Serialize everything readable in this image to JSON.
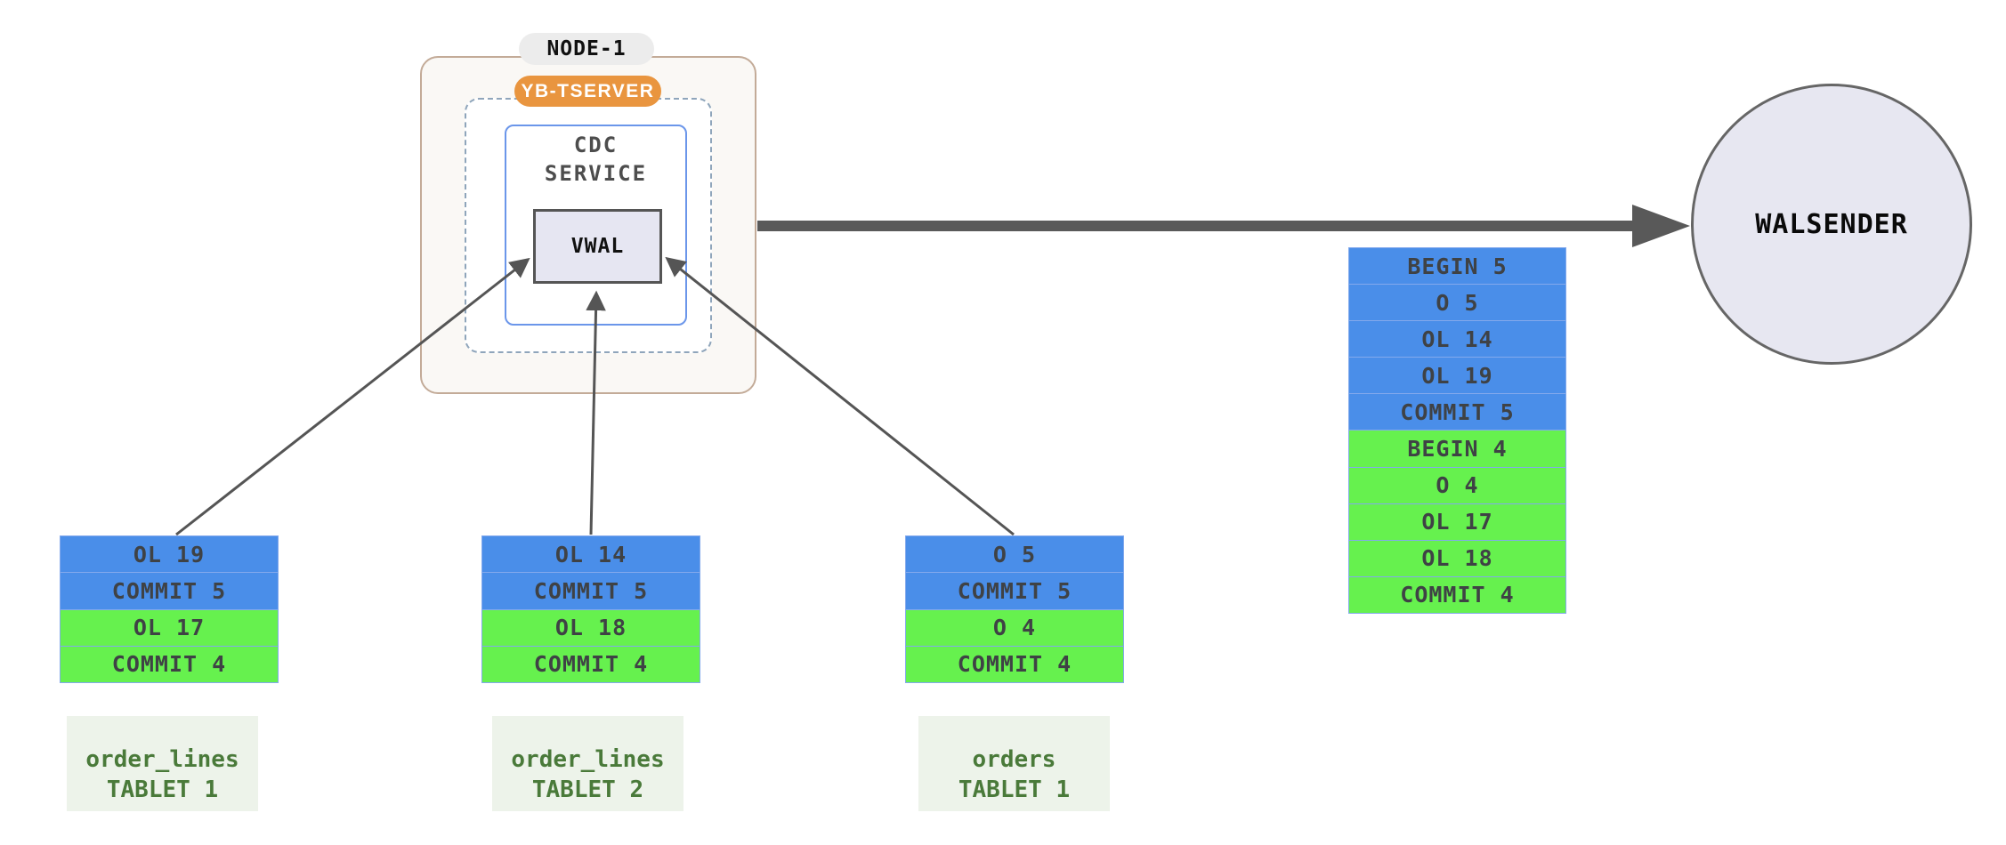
{
  "colors": {
    "txn5_blue": "#4a8ee9",
    "txn4_green": "#66f14e",
    "cell_border": "#83a9ec",
    "cell_text": "#3f4245",
    "node_border": "#c3ab98",
    "node_fill": "#faf8f5",
    "node_pill_bg": "#ececec",
    "badge_orange": "#e9953f",
    "dashed_border": "#8fa5bb",
    "cdc_border": "#6b96ea",
    "vwal_fill": "#e6e6f2",
    "walsender_fill": "#e7e7f1",
    "arrow_gray": "#595959",
    "label_bg": "#edf3ea",
    "label_text": "#4a7a3a"
  },
  "node": {
    "title": "NODE-1",
    "badge": "YB-TSERVER",
    "cdc_line1": "CDC",
    "cdc_line2": "SERVICE",
    "vwal": "VWAL"
  },
  "walsender": {
    "label": "WALSENDER"
  },
  "merged_stream": {
    "rows": [
      {
        "text": "BEGIN 5",
        "color": "#4a8ee9"
      },
      {
        "text": "O 5",
        "color": "#4a8ee9"
      },
      {
        "text": "OL 14",
        "color": "#4a8ee9"
      },
      {
        "text": "OL 19",
        "color": "#4a8ee9"
      },
      {
        "text": "COMMIT 5",
        "color": "#4a8ee9"
      },
      {
        "text": "BEGIN 4",
        "color": "#66f14e"
      },
      {
        "text": "O 4",
        "color": "#66f14e"
      },
      {
        "text": "OL 17",
        "color": "#66f14e"
      },
      {
        "text": "OL 18",
        "color": "#66f14e"
      },
      {
        "text": "COMMIT 4",
        "color": "#66f14e"
      }
    ]
  },
  "tablets": [
    {
      "name": "order_lines",
      "tablet": "TABLET 1",
      "rows": [
        {
          "text": "OL 19",
          "color": "#4a8ee9"
        },
        {
          "text": "COMMIT 5",
          "color": "#4a8ee9"
        },
        {
          "text": "OL 17",
          "color": "#66f14e"
        },
        {
          "text": "COMMIT 4",
          "color": "#66f14e"
        }
      ]
    },
    {
      "name": "order_lines",
      "tablet": "TABLET 2",
      "rows": [
        {
          "text": "OL 14",
          "color": "#4a8ee9"
        },
        {
          "text": "COMMIT 5",
          "color": "#4a8ee9"
        },
        {
          "text": "OL 18",
          "color": "#66f14e"
        },
        {
          "text": "COMMIT 4",
          "color": "#66f14e"
        }
      ]
    },
    {
      "name": "orders",
      "tablet": "TABLET 1",
      "rows": [
        {
          "text": "O 5",
          "color": "#4a8ee9"
        },
        {
          "text": "COMMIT 5",
          "color": "#4a8ee9"
        },
        {
          "text": "O 4",
          "color": "#66f14e"
        },
        {
          "text": "COMMIT 4",
          "color": "#66f14e"
        }
      ]
    }
  ]
}
